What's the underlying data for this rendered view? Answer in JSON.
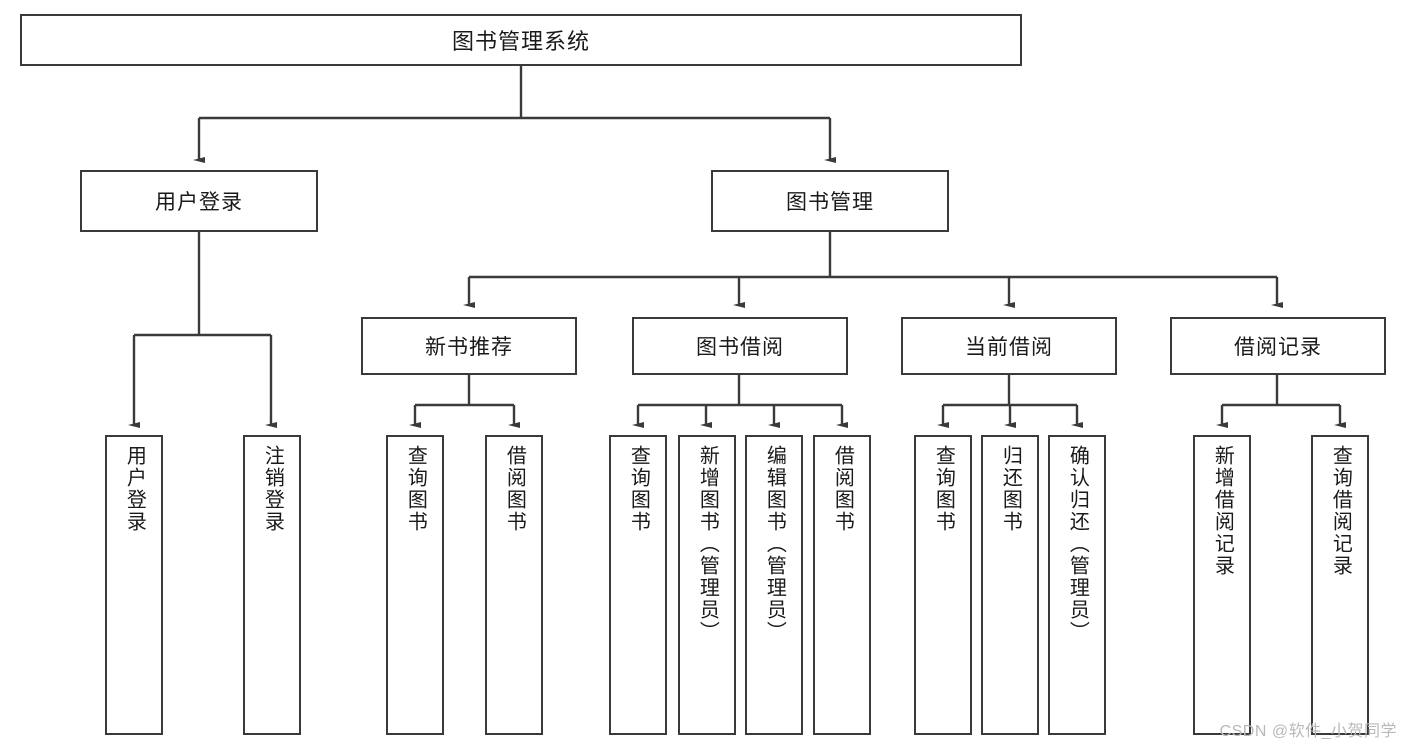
{
  "diagram": {
    "type": "tree-hierarchy",
    "title": "图书管理系统",
    "root": {
      "id": "root",
      "label": "图书管理系统"
    },
    "level2": [
      {
        "id": "user-login",
        "label": "用户登录"
      },
      {
        "id": "book-manage",
        "label": "图书管理"
      }
    ],
    "level3": [
      {
        "id": "new-book-recommend",
        "label": "新书推荐"
      },
      {
        "id": "book-borrow",
        "label": "图书借阅"
      },
      {
        "id": "current-borrow",
        "label": "当前借阅"
      },
      {
        "id": "borrow-record",
        "label": "借阅记录"
      }
    ],
    "leaves": {
      "user_login": [
        {
          "id": "leaf-user-login",
          "label": "用户登录"
        },
        {
          "id": "leaf-user-logout",
          "label": "注销登录"
        }
      ],
      "new_book_recommend": [
        {
          "id": "leaf-query-book-1",
          "label": "查询图书"
        },
        {
          "id": "leaf-borrow-book-1",
          "label": "借阅图书"
        }
      ],
      "book_borrow": [
        {
          "id": "leaf-query-book-2",
          "label": "查询图书"
        },
        {
          "id": "leaf-add-book",
          "label": "新增图书（管理员）"
        },
        {
          "id": "leaf-edit-book",
          "label": "编辑图书（管理员）"
        },
        {
          "id": "leaf-borrow-book-2",
          "label": "借阅图书"
        }
      ],
      "current_borrow": [
        {
          "id": "leaf-query-book-3",
          "label": "查询图书"
        },
        {
          "id": "leaf-return-book",
          "label": "归还图书"
        },
        {
          "id": "leaf-confirm-return",
          "label": "确认归还（管理员）"
        }
      ],
      "borrow_record": [
        {
          "id": "leaf-add-record",
          "label": "新增借阅记录"
        },
        {
          "id": "leaf-query-record",
          "label": "查询借阅记录"
        }
      ]
    }
  },
  "watermark": {
    "text": "CSDN @软件_小贺同学"
  },
  "colors": {
    "stroke": "#3a3a3a",
    "background": "#ffffff",
    "text": "#1a1a1a",
    "watermark": "#b9b9b9"
  }
}
